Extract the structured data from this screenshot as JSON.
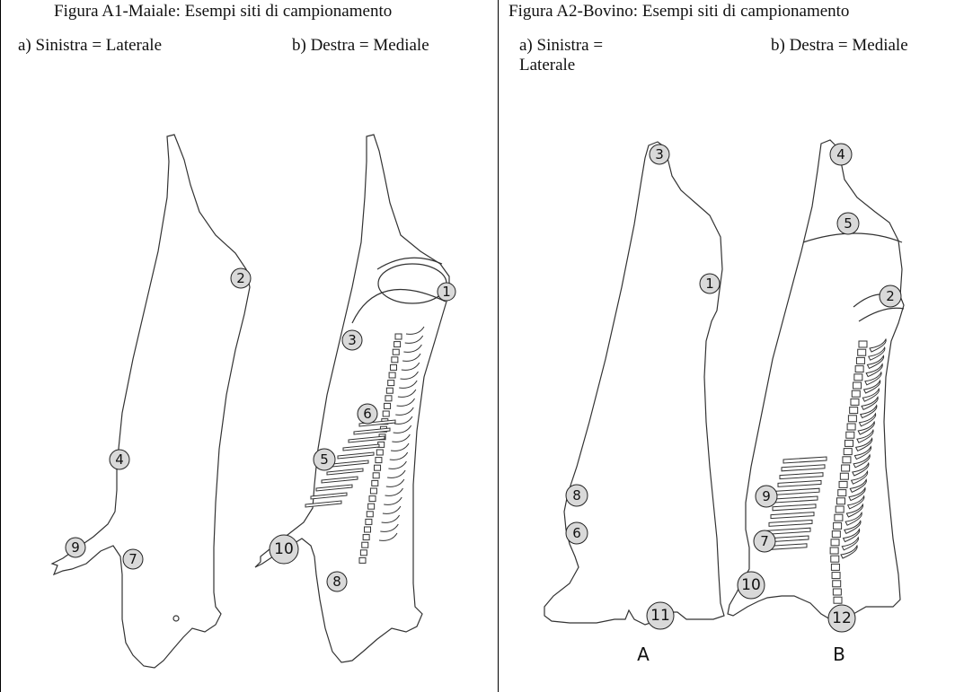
{
  "left_panel": {
    "caption": "Figura A1-Maiale: Esempi siti di campionamento",
    "sub_left": "a) Sinistra = Laterale",
    "sub_right": "b) Destra = Mediale",
    "lateral_markers": [
      "2",
      "4",
      "7",
      "9"
    ],
    "medial_markers": [
      "1",
      "3",
      "5",
      "6",
      "8",
      "10"
    ]
  },
  "right_panel": {
    "caption": "Figura A2-Bovino: Esempi siti di campionamento",
    "sub_left": "a) Sinistra =\nLaterale",
    "sub_right": "b) Destra = Mediale",
    "lateral_markers": [
      "1",
      "3",
      "6",
      "8",
      "11"
    ],
    "medial_markers": [
      "2",
      "4",
      "5",
      "7",
      "9",
      "10",
      "12"
    ],
    "label_a": "A",
    "label_b": "B"
  },
  "colors": {
    "marker_fill": "#d9d9d9",
    "outline": "#333333",
    "border": "#000000"
  }
}
